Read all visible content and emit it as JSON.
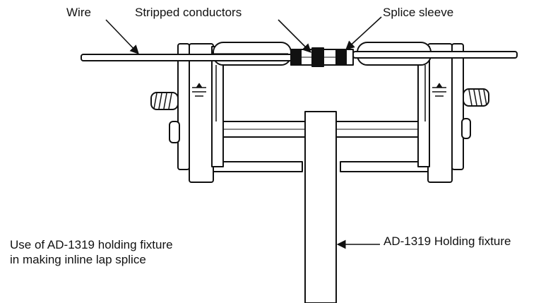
{
  "labels": {
    "wire": "Wire",
    "stripped_conductors": "Stripped conductors",
    "splice_sleeve": "Splice sleeve",
    "holding_fixture": "AD-1319 Holding fixture"
  },
  "caption": {
    "line1": "Use of AD-1319 holding fixture",
    "line2": "in making inline lap splice"
  },
  "colors": {
    "ink": "#111111",
    "paper": "#ffffff",
    "shade": "#8a8a8a"
  }
}
